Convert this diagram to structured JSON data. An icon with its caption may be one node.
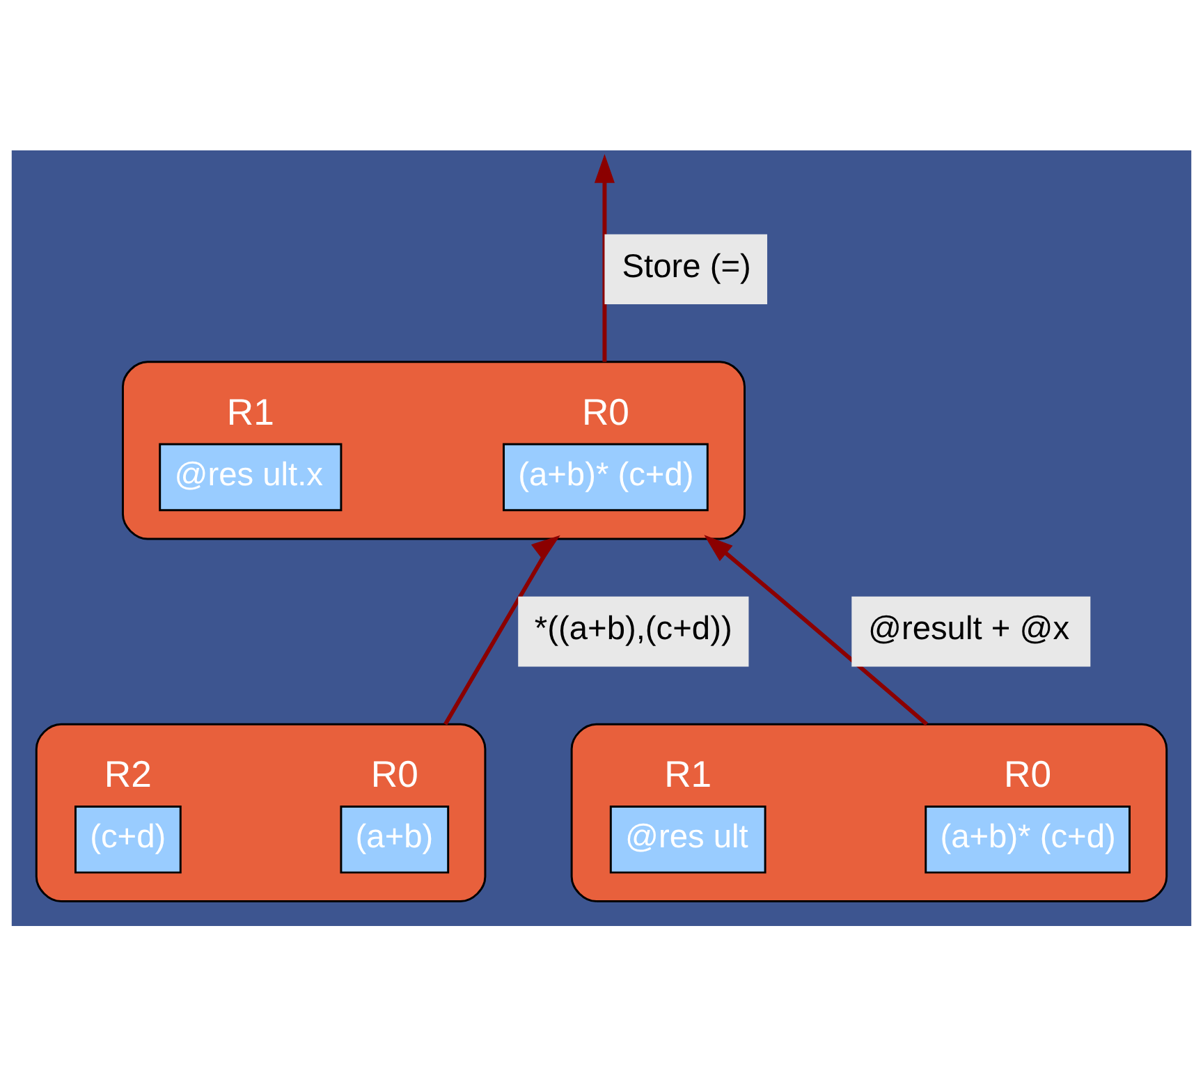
{
  "diagram": {
    "nodes": [
      {
        "text": [],
        "shape": "ellipse"
      },
      {
        "text": [
          "R0",
          "(a+b)* (c+d)"
        ],
        "in": 0
      },
      {
        "text": [
          "R1",
          "@res ult.x"
        ],
        "in": 0
      },
      {
        "text": [],
        "shape": "ellipse"
      },
      {
        "text": [
          "R0",
          "(a+b)"
        ],
        "in": 3
      },
      {
        "text": [
          "R2",
          "(c+d)"
        ],
        "in": 3
      },
      {
        "text": [],
        "shape": "ellipse"
      },
      {
        "text": [
          "R0",
          "(a+b)* (c+d)"
        ],
        "in": 6
      },
      {
        "text": [
          "R1",
          "@res ult"
        ],
        "in": 6
      }
    ],
    "edges": [
      {
        "from": 0,
        "to": null,
        "arrow": "to",
        "label": "Store (=)"
      },
      {
        "from": 3,
        "to": 0,
        "arrow": "to",
        "label": "*((a+b),(c+d))"
      },
      {
        "from": 6,
        "to": 0,
        "arrow": "to",
        "label": "@result + @x"
      }
    ]
  }
}
